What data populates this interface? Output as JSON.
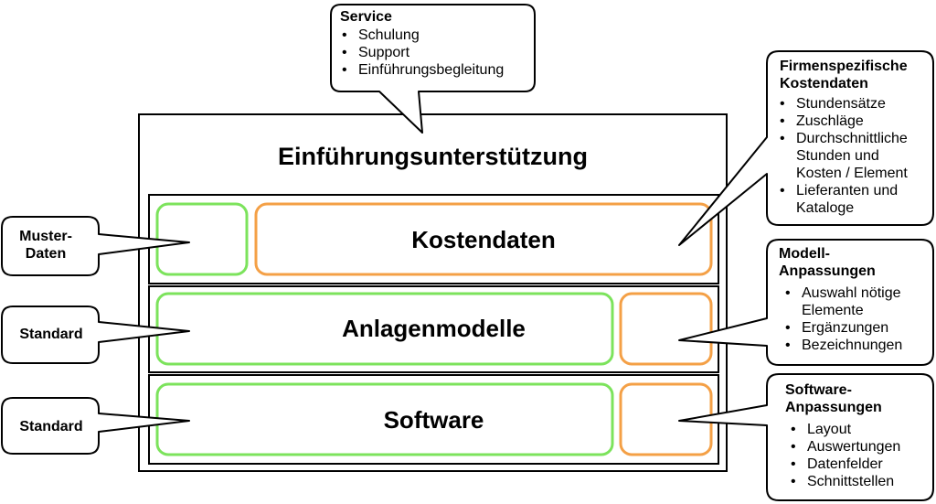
{
  "main": {
    "title": "Einführungsunterstützung",
    "layers": [
      {
        "title": "Kostendaten",
        "side_label": "Muster-Daten"
      },
      {
        "title": "Anlagenmodelle",
        "side_label": "Standard"
      },
      {
        "title": "Software",
        "side_label": "Standard"
      }
    ]
  },
  "callouts": {
    "service": {
      "title": "Service",
      "items": [
        "Schulung",
        "Support",
        "Einführungsbegleitung"
      ]
    },
    "kostendaten": {
      "title": "Firmenspezifische Kostendaten",
      "items": [
        "Stundensätze",
        "Zuschläge",
        "Durchschnittliche Stunden und Kosten / Element",
        "Lieferanten und Kataloge"
      ]
    },
    "modell": {
      "title": "Modell-Anpassungen",
      "items": [
        "Auswahl nötige Elemente",
        "Ergänzungen",
        "Bezeichnungen"
      ]
    },
    "software": {
      "title": "Software-Anpassungen",
      "items": [
        "Layout",
        "Auswertungen",
        "Datenfelder",
        "Schnittstellen"
      ]
    }
  },
  "colors": {
    "standard_green": "#7CE35C",
    "custom_orange": "#F4A046",
    "border": "#000000"
  }
}
